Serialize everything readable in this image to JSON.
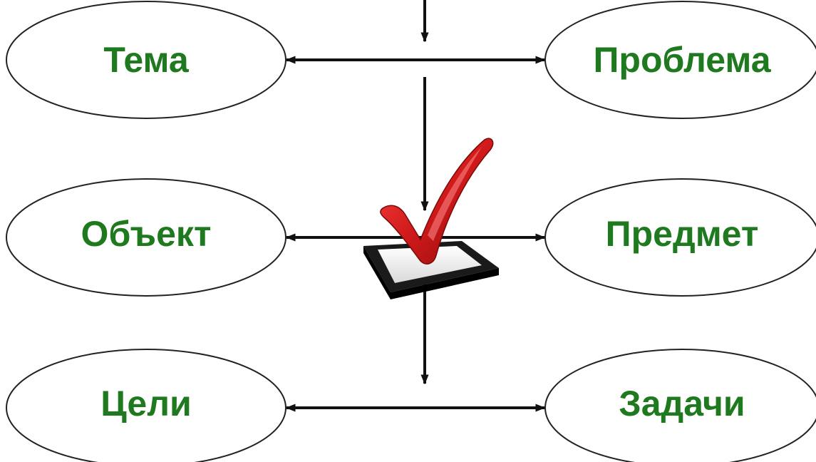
{
  "diagram": {
    "nodes": {
      "tema": "Тема",
      "problema": "Проблема",
      "obekt": "Объект",
      "predmet": "Предмет",
      "tseli": "Цели",
      "zadachi": "Задачи"
    },
    "colors": {
      "label": "#1f7a1f",
      "ellipse_stroke": "#222222",
      "arrow": "#111111",
      "check_mark": "#d11a1a",
      "checkbox_frame": "#1a1a1a",
      "checkbox_fill": "#eeeeee"
    },
    "icons": {
      "checkmark": "checkmark-in-box-icon"
    }
  }
}
